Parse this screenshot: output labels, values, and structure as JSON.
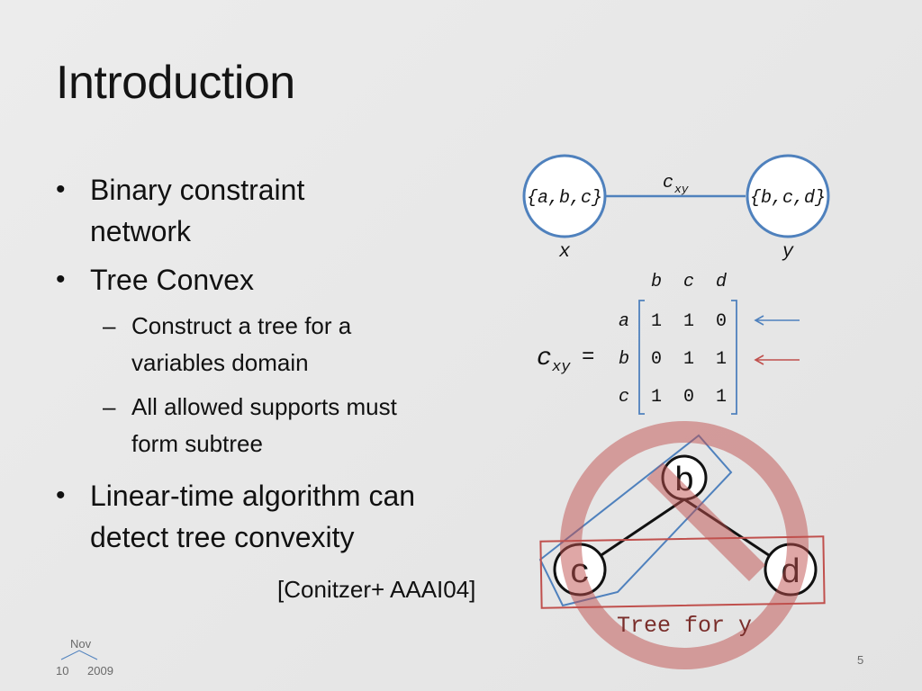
{
  "slide": {
    "title": "Introduction",
    "bullets": [
      {
        "text": "Binary constraint network"
      },
      {
        "text": "Tree Convex",
        "subitems": [
          "Construct a tree for a variables domain",
          "All allowed supports must form subtree"
        ]
      },
      {
        "text": "Linear-time algorithm can detect tree convexity"
      }
    ],
    "citation": "[Conitzer+ AAAI04]",
    "footer": {
      "month": "Nov",
      "day": "10",
      "year": "2009",
      "page": "5"
    }
  },
  "network": {
    "x_domain": "{a,b,c}",
    "y_domain": "{b,c,d}",
    "x_label": "x",
    "y_label": "y",
    "edge_label": "c",
    "edge_subscript": "xy"
  },
  "matrix": {
    "lhs_symbol": "c",
    "lhs_subscript": "xy",
    "equals": "=",
    "col_headers": [
      "b",
      "c",
      "d"
    ],
    "row_headers": [
      "a",
      "b",
      "c"
    ],
    "cells": [
      [
        "1",
        "1",
        "0"
      ],
      [
        "0",
        "1",
        "1"
      ],
      [
        "1",
        "0",
        "1"
      ]
    ],
    "arrows": [
      {
        "row": 0,
        "color": "#4f81bd"
      },
      {
        "row": 1,
        "color": "#c0504d"
      }
    ]
  },
  "tree": {
    "nodes": [
      "b",
      "c",
      "d"
    ],
    "caption": "Tree for y",
    "prohibition_color": "#c0504d"
  }
}
